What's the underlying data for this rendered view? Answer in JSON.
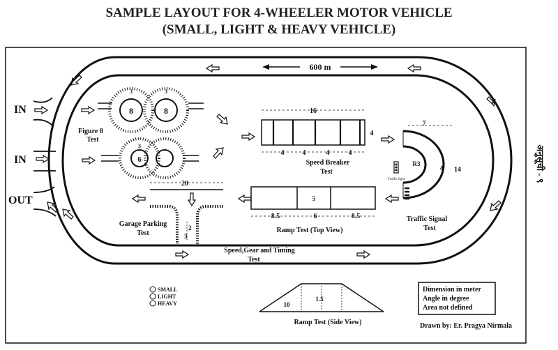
{
  "title": {
    "line1": "SAMPLE LAYOUT FOR 4-WHEELER MOTOR VEHICLE",
    "line2": "(SMALL, LIGHT & HEAVY VEHICLE)"
  },
  "track": {
    "length_label": "600 m",
    "entry_1": "IN",
    "entry_2": "IN",
    "exit": "OUT",
    "speed_gear_timing_line1": "Speed,Gear and Timing",
    "speed_gear_timing_line2": "Test"
  },
  "figure8": {
    "label_line1": "Figure 8",
    "label_line2": "Test",
    "top_left": "8",
    "top_right": "8",
    "bottom_upper": "3",
    "bottom_left": "6",
    "dim_top": "3"
  },
  "speed_breaker": {
    "label_line1": "Speed Breaker",
    "label_line2": "Test",
    "width": "16",
    "height": "4",
    "gaps": [
      "4",
      "4",
      "4",
      "4"
    ]
  },
  "traffic_signal": {
    "label_line1": "Traffic Signal",
    "label_line2": "Test",
    "top": "7",
    "radius": "R3",
    "width": "4",
    "right": "14",
    "light_label": "Traffic light"
  },
  "garage": {
    "label_line1": "Garage Parking",
    "label_line2": "Test",
    "width": "20",
    "depth_a": "2",
    "depth_b": "3"
  },
  "ramp_top": {
    "label": "Ramp Test  (Top View)",
    "left": "8.5",
    "middle": "6",
    "right": "8.5",
    "center": "5"
  },
  "ramp_side": {
    "label": "Ramp Test  (Side View)",
    "angle": "10",
    "height": "1.5"
  },
  "legend": {
    "items": [
      "SMALL",
      "LIGHT",
      "HEAVY"
    ]
  },
  "notes": {
    "line1": "Dimension in meter",
    "line2": "Angle in degree",
    "line3": "Area not defined"
  },
  "drawn_by": "Drawn by: Er. Pragya Nirmala",
  "margin_note": "अनुसूची - ९"
}
